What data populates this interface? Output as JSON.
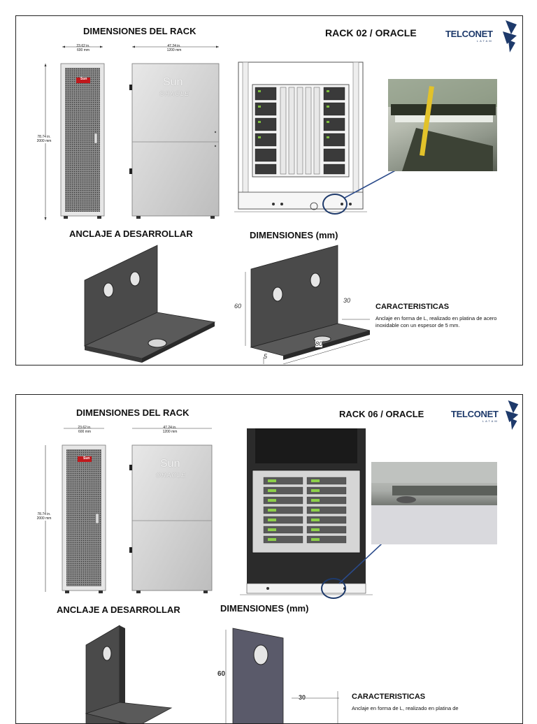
{
  "slides": [
    {
      "rack_dims_title": "DIMENSIONES DEL RACK",
      "rack_title": "RACK 02 / ORACLE",
      "logo": "TELCONET",
      "logo_sub": "LATAM",
      "width_label": "23.62 in.\n600 mm",
      "depth_label": "47.24 in.\n1200 mm",
      "height_label": "78.74 in.\n2000 mm",
      "front_brand": "Sun",
      "side_brand_top": "Sun",
      "side_brand_bottom": "ORACLE",
      "anchor_title": "ANCLAJE A DESARROLLAR",
      "dimensions_title": "DIMENSIONES (mm)",
      "dim_height": "60",
      "dim_depth": "30",
      "dim_length": "80",
      "dim_thickness": "5",
      "char_title": "CARACTERISTICAS",
      "char_text": "Anclaje en forma de L, realizado en platina de acero inoxidable con un espesor de 5 mm."
    },
    {
      "rack_dims_title": "DIMENSIONES DEL RACK",
      "rack_title": "RACK 06 / ORACLE",
      "logo": "TELCONET",
      "logo_sub": "LATAM",
      "width_label": "23.62 in.\n600 mm",
      "depth_label": "47.24 in.\n1200 mm",
      "height_label": "78.74 in.\n2000 mm",
      "front_brand": "Sun",
      "side_brand_top": "Sun",
      "side_brand_bottom": "ORACLE",
      "anchor_title": "ANCLAJE A DESARROLLAR",
      "dimensions_title": "DIMENSIONES (mm)",
      "dim_height": "60",
      "dim_depth": "30",
      "char_title": "CARACTERISTICAS",
      "char_text": "Anclaje en forma de L, realizado en platina de"
    }
  ],
  "colors": {
    "logo_blue": "#1e3a6b",
    "callout_line": "#2a4a8a",
    "anchor_dark": "#4a4a4a",
    "rack_panel": "#d4d4d4"
  }
}
